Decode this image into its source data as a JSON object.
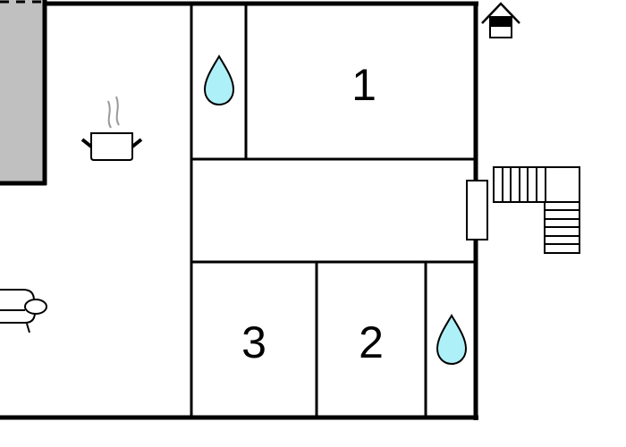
{
  "floor_plan": {
    "colors": {
      "wall": "#000000",
      "background": "#ffffff",
      "gray_block": "#c0c0c0",
      "water_drop": "#aef0f8",
      "steam": "#999999"
    },
    "rooms": [
      {
        "id": "bedroom-1",
        "label": "1"
      },
      {
        "id": "bedroom-2",
        "label": "2"
      },
      {
        "id": "bedroom-3",
        "label": "3"
      }
    ],
    "icons": [
      {
        "name": "water-drop-icon",
        "location": "bathroom-top"
      },
      {
        "name": "water-drop-icon",
        "location": "bathroom-bottom"
      },
      {
        "name": "cooking-pot-icon",
        "location": "kitchen"
      },
      {
        "name": "sofa-icon",
        "location": "living-room"
      },
      {
        "name": "house-entrance-icon",
        "location": "top-right"
      },
      {
        "name": "stairs-icon",
        "location": "exterior-right"
      }
    ]
  }
}
